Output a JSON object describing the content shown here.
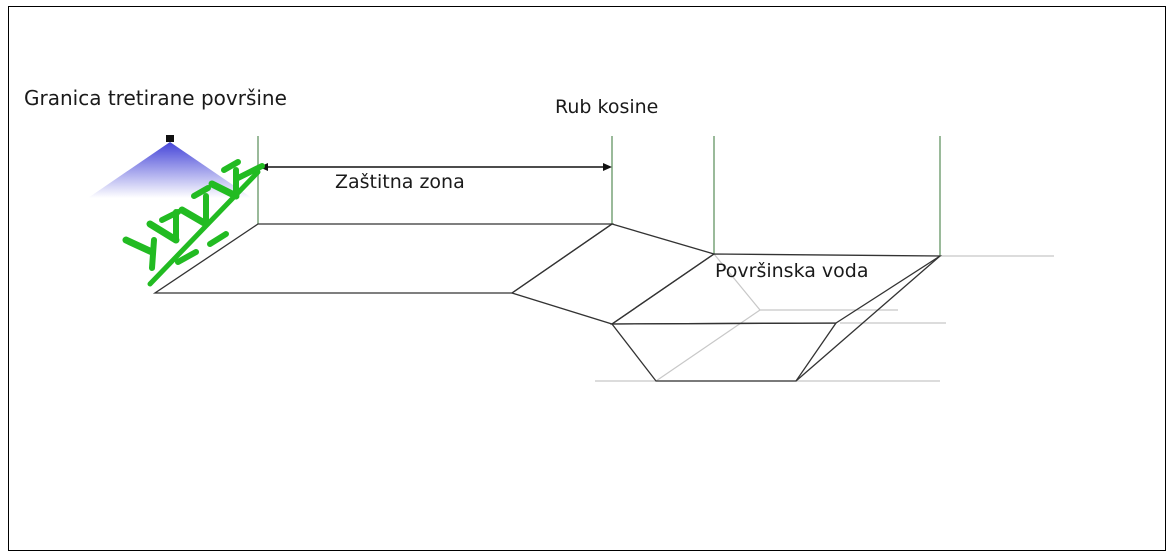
{
  "labels": {
    "treated_boundary": "Granica tretirane površine",
    "slope_edge": "Rub kosine",
    "buffer_zone": "Zaštitna zona",
    "surface_water": "Površinska voda"
  },
  "colors": {
    "outline": "#333333",
    "guide_line": "#9aba9a",
    "faint_line": "#c8c8c8",
    "crop": "#22bb22",
    "spray": "#3b3bd6",
    "frame": "#000000"
  },
  "icons": {
    "sprayer": "nozzle-icon",
    "crop": "crop-plant-icon"
  }
}
